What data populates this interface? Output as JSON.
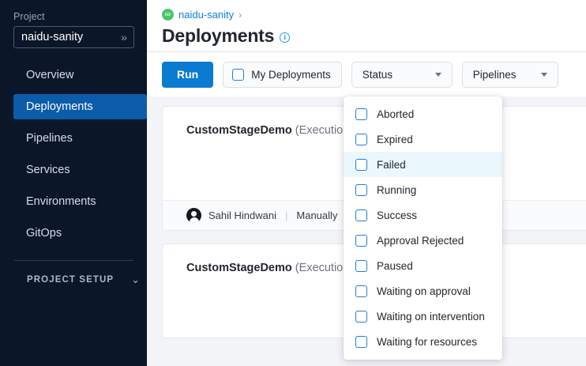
{
  "sidebar": {
    "project_label": "Project",
    "project_value": "naidu-sanity",
    "expand_icon": "»",
    "nav": [
      {
        "label": "Overview",
        "active": false
      },
      {
        "label": "Deployments",
        "active": true
      },
      {
        "label": "Pipelines",
        "active": false
      },
      {
        "label": "Services",
        "active": false
      },
      {
        "label": "Environments",
        "active": false
      },
      {
        "label": "GitOps",
        "active": false
      }
    ],
    "setup_label": "PROJECT SETUP",
    "setup_chevron": "⌄"
  },
  "header": {
    "breadcrumb_project": "naidu-sanity",
    "breadcrumb_separator": "›",
    "breadcrumb_icon_glyph": "∞",
    "title": "Deployments",
    "info_glyph": "i"
  },
  "toolbar": {
    "run_label": "Run",
    "my_deployments_label": "My Deployments",
    "my_deployments_checked": false,
    "status_label": "Status",
    "pipelines_label": "Pipelines"
  },
  "status_dropdown": {
    "open": true,
    "options": [
      {
        "label": "Aborted",
        "checked": false,
        "hover": false
      },
      {
        "label": "Expired",
        "checked": false,
        "hover": false
      },
      {
        "label": "Failed",
        "checked": false,
        "hover": true
      },
      {
        "label": "Running",
        "checked": false,
        "hover": false
      },
      {
        "label": "Success",
        "checked": false,
        "hover": false
      },
      {
        "label": "Approval Rejected",
        "checked": false,
        "hover": false
      },
      {
        "label": "Paused",
        "checked": false,
        "hover": false
      },
      {
        "label": "Waiting on approval",
        "checked": false,
        "hover": false
      },
      {
        "label": "Waiting on intervention",
        "checked": false,
        "hover": false
      },
      {
        "label": "Waiting for resources",
        "checked": false,
        "hover": false
      }
    ]
  },
  "cards": [
    {
      "pipeline_name": "CustomStageDemo",
      "execution_text": "(Execution Id",
      "user": "Sahil Hindwani",
      "trigger": "Manually",
      "divider": "|",
      "has_footer": true
    },
    {
      "pipeline_name": "CustomStageDemo",
      "execution_text": "(Execution Id",
      "user": "",
      "trigger": "",
      "divider": "",
      "has_footer": false
    }
  ],
  "colors": {
    "sidebar_bg": "#0b1728",
    "active_nav": "#0b5cab",
    "primary": "#0b7ad1",
    "link": "#0b7fd6",
    "hover_row": "#eaf7fd",
    "checkbox_border": "#1f7fd6",
    "breadcrumb_icon": "#4dc36a"
  }
}
